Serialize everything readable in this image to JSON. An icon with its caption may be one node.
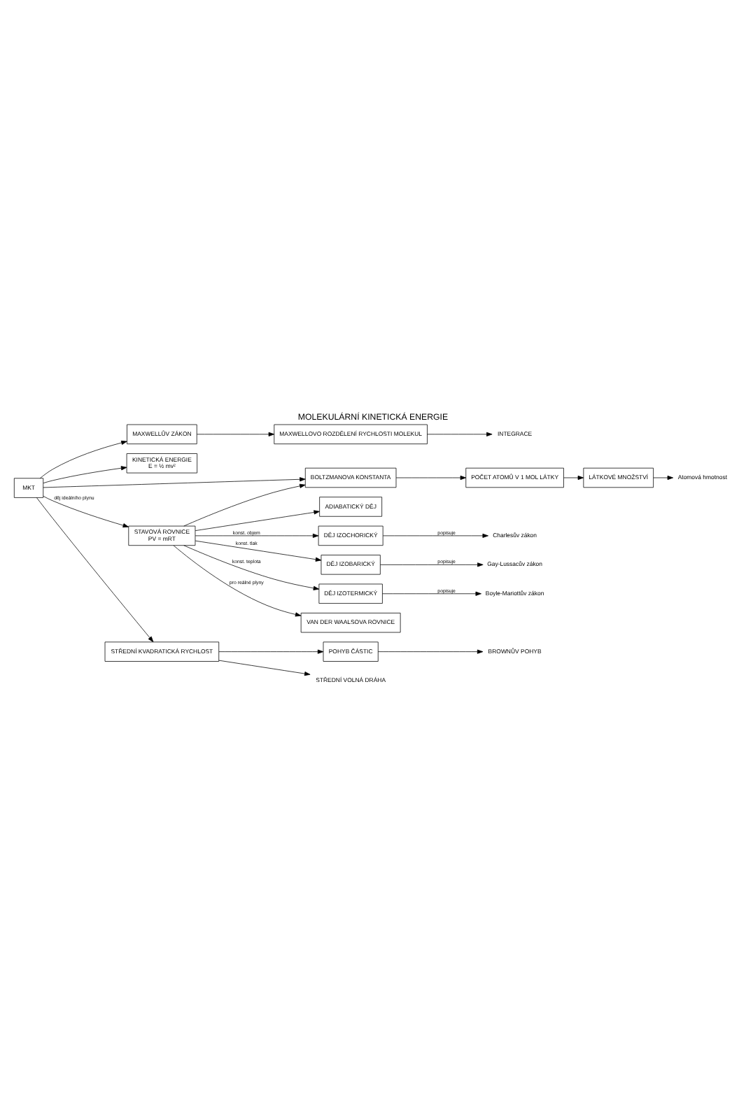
{
  "diagram": {
    "title": "MOLEKULÁRNÍ KINETICKÁ ENERGIE",
    "nodes": [
      {
        "text": [
          "MKT"
        ]
      },
      {
        "text": [
          "MAXWELLŮV ZÁKON"
        ]
      },
      {
        "text": [
          "MAXWELLOVO ROZDĚLENÍ RYCHLOSTI MOLEKUL"
        ]
      },
      {
        "text": [
          "INTEGRACE"
        ]
      },
      {
        "text": [
          "KINETICKÁ ENERGIE",
          "E = ½ mv²"
        ]
      },
      {
        "text": [
          "BOLTZMANOVA KONSTANTA"
        ]
      },
      {
        "text": [
          "POČET ATOMŮ V 1 MOL LÁTKY"
        ]
      },
      {
        "text": [
          "LÁTKOVÉ MNOŽSTVÍ"
        ]
      },
      {
        "text": [
          "Atomová hmotnost"
        ]
      },
      {
        "text": [
          "STAVOVÁ ROVNICE",
          "PV = mRT"
        ]
      },
      {
        "text": [
          "ADIABATICKÝ DĚJ"
        ]
      },
      {
        "text": [
          "DĚJ IZOCHORICKÝ"
        ]
      },
      {
        "text": [
          "DĚJ IZOBARICKÝ"
        ]
      },
      {
        "text": [
          "DĚJ IZOTERMICKÝ"
        ]
      },
      {
        "text": [
          "Charlesův zákon"
        ]
      },
      {
        "text": [
          "Gay-Lussacův zákon"
        ]
      },
      {
        "text": [
          "Boyle-Mariottův zákon"
        ]
      },
      {
        "text": [
          "VAN DER WAALSOVA ROVNICE"
        ]
      },
      {
        "text": [
          "STŘEDNÍ KVADRATICKÁ RYCHLOST"
        ]
      },
      {
        "text": [
          "POHYB ČÁSTIC"
        ]
      },
      {
        "text": [
          "BROWNŮV POHYB"
        ]
      },
      {
        "text": [
          "STŘEDNÍ VOLNÁ DRÁHA"
        ]
      }
    ],
    "edges": [
      {
        "from": 0,
        "to": 1,
        "arrow": "to"
      },
      {
        "from": 1,
        "to": 2,
        "arrow": "to"
      },
      {
        "from": 2,
        "to": 3,
        "arrow": "to"
      },
      {
        "from": 0,
        "to": 4,
        "arrow": "to"
      },
      {
        "from": 0,
        "to": 5,
        "arrow": "to"
      },
      {
        "from": 5,
        "to": 6,
        "arrow": "to"
      },
      {
        "from": 6,
        "to": 7,
        "arrow": "to"
      },
      {
        "from": 7,
        "to": 8,
        "arrow": "to"
      },
      {
        "from": 0,
        "to": 9,
        "arrow": "to",
        "label": "děj ideálního plynu"
      },
      {
        "from": 9,
        "to": 5,
        "arrow": "to"
      },
      {
        "from": 9,
        "to": 10,
        "arrow": "to"
      },
      {
        "from": 9,
        "to": 11,
        "arrow": "to",
        "label": "konst. objem"
      },
      {
        "from": 9,
        "to": 12,
        "arrow": "to",
        "label": "konst. tlak"
      },
      {
        "from": 9,
        "to": 13,
        "arrow": "to",
        "label": "konst. teplota"
      },
      {
        "from": 11,
        "to": 14,
        "arrow": "to",
        "label": "popisuje"
      },
      {
        "from": 12,
        "to": 15,
        "arrow": "to",
        "label": "popisuje"
      },
      {
        "from": 13,
        "to": 16,
        "arrow": "to",
        "label": "popisuje"
      },
      {
        "from": 9,
        "to": 17,
        "arrow": "to",
        "label": "pro reálné plyny"
      },
      {
        "from": 0,
        "to": 18,
        "arrow": "to"
      },
      {
        "from": 18,
        "to": 19,
        "arrow": "to"
      },
      {
        "from": 19,
        "to": 20,
        "arrow": "to"
      },
      {
        "from": 18,
        "to": 21,
        "arrow": "to"
      }
    ]
  }
}
